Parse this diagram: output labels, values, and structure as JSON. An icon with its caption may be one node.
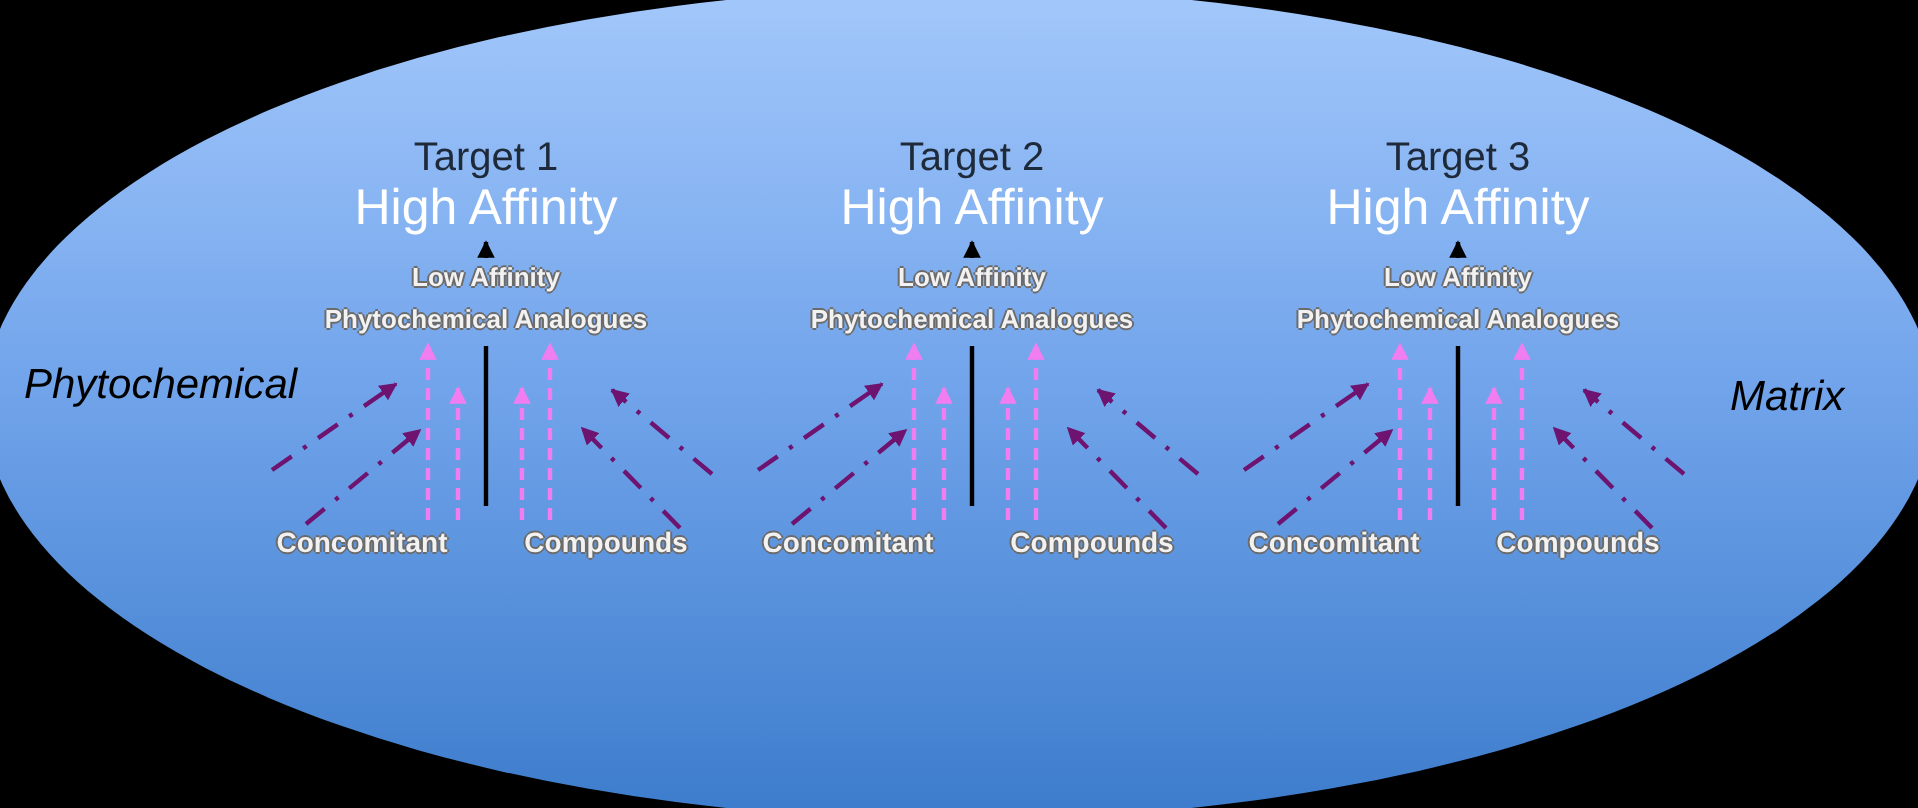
{
  "diagram": {
    "nodes": [
      {
        "text": [
          "Phytochemical",
          "Matrix"
        ]
      },
      {
        "text": [
          "Target 1",
          "High Affinity"
        ],
        "in": 0
      },
      {
        "text": [
          "Low Affinity",
          "Phytochemical Analogues"
        ],
        "in": 0
      },
      {
        "text": [
          "Concomitant"
        ],
        "in": 0
      },
      {
        "text": [
          "Compounds"
        ],
        "in": 0
      },
      {
        "text": [
          "Target 2",
          "High Affinity"
        ],
        "in": 0
      },
      {
        "text": [
          "Low Affinity",
          "Phytochemical Analogues"
        ],
        "in": 0
      },
      {
        "text": [
          "Concomitant"
        ],
        "in": 0
      },
      {
        "text": [
          "Compounds"
        ],
        "in": 0
      },
      {
        "text": [
          "Target 3",
          "High Affinity"
        ],
        "in": 0
      },
      {
        "text": [
          "Low Affinity",
          "Phytochemical Analogues"
        ],
        "in": 0
      },
      {
        "text": [
          "Concomitant"
        ],
        "in": 0
      },
      {
        "text": [
          "Compounds"
        ],
        "in": 0
      }
    ],
    "edges": [
      {
        "from": null,
        "to": 1,
        "arrow": "to",
        "color": "#000000"
      },
      {
        "from": 3,
        "to": 2,
        "arrow": "to",
        "style": "dashed",
        "color": "#f07ef0"
      },
      {
        "from": 3,
        "to": 2,
        "arrow": "to",
        "style": "dashed",
        "color": "#f07ef0"
      },
      {
        "from": 4,
        "to": 2,
        "arrow": "to",
        "style": "dashed",
        "color": "#f07ef0"
      },
      {
        "from": 4,
        "to": 2,
        "arrow": "to",
        "style": "dashed",
        "color": "#f07ef0"
      },
      {
        "from": null,
        "to": 5,
        "arrow": "to",
        "color": "#000000"
      },
      {
        "from": 7,
        "to": 6,
        "arrow": "to",
        "style": "dashed",
        "color": "#f07ef0"
      },
      {
        "from": 7,
        "to": 6,
        "arrow": "to",
        "style": "dashed",
        "color": "#f07ef0"
      },
      {
        "from": 8,
        "to": 6,
        "arrow": "to",
        "style": "dashed",
        "color": "#f07ef0"
      },
      {
        "from": 8,
        "to": 6,
        "arrow": "to",
        "style": "dashed",
        "color": "#f07ef0"
      },
      {
        "from": null,
        "to": 9,
        "arrow": "to",
        "color": "#000000"
      },
      {
        "from": 11,
        "to": 10,
        "arrow": "to",
        "style": "dashed",
        "color": "#f07ef0"
      },
      {
        "from": 11,
        "to": 10,
        "arrow": "to",
        "style": "dashed",
        "color": "#f07ef0"
      },
      {
        "from": 12,
        "to": 10,
        "arrow": "to",
        "style": "dashed",
        "color": "#f07ef0"
      },
      {
        "from": 12,
        "to": 10,
        "arrow": "to",
        "style": "dashed",
        "color": "#f07ef0"
      }
    ]
  }
}
